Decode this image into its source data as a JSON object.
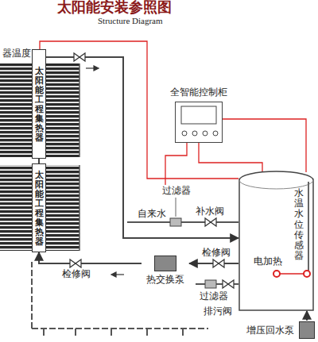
{
  "diagram": {
    "title": "太阳能安装参照图",
    "nodes": [
      {
        "text": [
          "太阳能工程集热器"
        ]
      },
      {
        "text": [
          "太阳能工程集热器"
        ]
      },
      {
        "text": [
          "全智能控制柜"
        ]
      },
      {
        "text": [
          "水温水位传感器"
        ]
      },
      {
        "text": [
          "热交换泵"
        ]
      },
      {
        "text": [
          "增压回水泵"
        ]
      }
    ],
    "edges": [
      {
        "from": 0,
        "to": 3,
        "arrow": "to"
      },
      {
        "from": 3,
        "to": 4,
        "arrow": "to"
      },
      {
        "from": 4,
        "to": 1,
        "arrow": "to"
      },
      {
        "from": 0,
        "to": 1,
        "arrow": "none"
      },
      {
        "from": 2,
        "to": 3,
        "arrow": "none"
      },
      {
        "from": 5,
        "to": 3,
        "arrow": "to"
      }
    ],
    "labels": [
      "Structure Diagram",
      "器温度",
      "过滤器",
      "自来水",
      "补水阀",
      "检修阀",
      "检修阀",
      "电加热",
      "过滤器",
      "排污阀"
    ]
  }
}
